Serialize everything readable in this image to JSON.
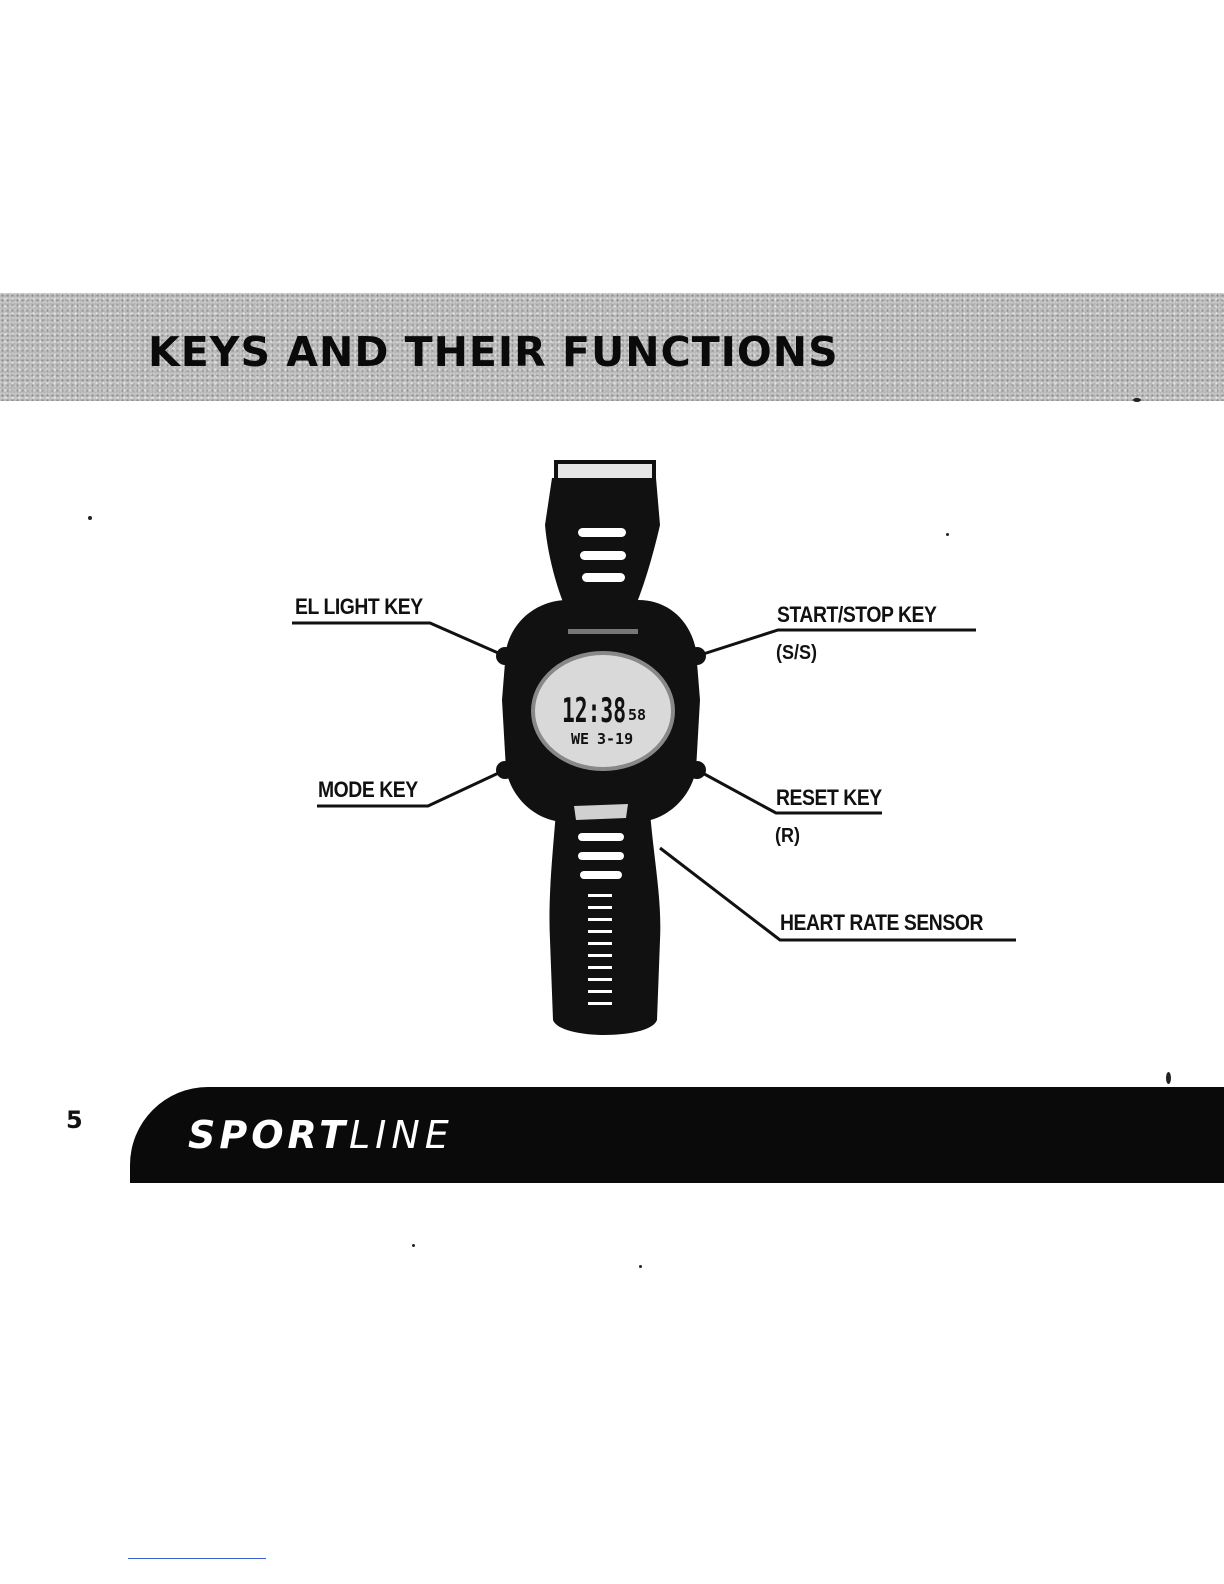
{
  "header": {
    "title": "KEYS AND THEIR FUNCTIONS"
  },
  "watch_display": {
    "time": "12:38",
    "seconds": "58",
    "day": "WE",
    "date": "3-19"
  },
  "callouts": {
    "el_light_key": "EL LIGHT KEY",
    "start_stop_key": "START/STOP KEY",
    "start_stop_abbrev": "(S/S)",
    "mode_key": "MODE KEY",
    "reset_key": "RESET KEY",
    "reset_abbrev": "(R)",
    "heart_rate_sensor": "HEART RATE SENSOR"
  },
  "footer": {
    "page_number": "5",
    "brand_bold": "SPORT",
    "brand_light": "LINE"
  },
  "colors": {
    "band": "#cfcfcf",
    "ink": "#0a0a0a",
    "watch_body": "#111111",
    "screen": "#d9d9d9",
    "paper": "#ffffff"
  }
}
